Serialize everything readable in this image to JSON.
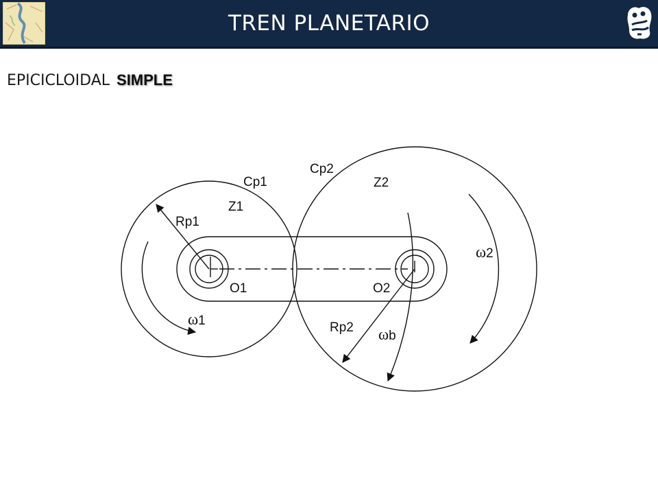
{
  "header": {
    "title": "TREN PLANETARIO",
    "logo_left_icon": "map-logo-icon",
    "logo_right_icon": "institution-emblem-icon",
    "background": "#132844"
  },
  "subtitle": {
    "text": "EPICICLOIDAL",
    "emphasis": "SIMPLE"
  },
  "diagram": {
    "labels": {
      "cp1": "Cp1",
      "cp2": "Cp2",
      "z1": "Z1",
      "z2": "Z2",
      "rp1": "Rp1",
      "rp2": "Rp2",
      "o1": "O1",
      "o2": "O2",
      "omega1_symbol": "ω",
      "omega1_index": "1",
      "omega2_symbol": "ω",
      "omega2_index": "2",
      "omegab_symbol": "ω",
      "omegab_index": "b"
    }
  }
}
